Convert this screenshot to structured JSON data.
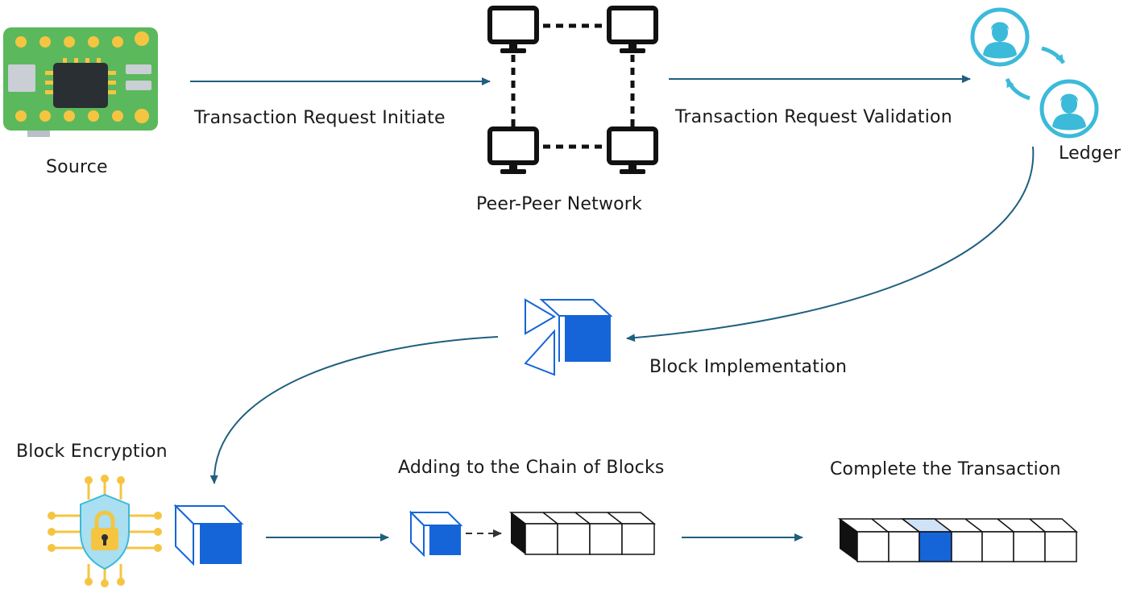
{
  "labels": {
    "source": "Source",
    "initiate": "Transaction Request Initiate",
    "network": "Peer-Peer Network",
    "validation": "Transaction Request Validation",
    "ledger": "Ledger",
    "implementation": "Block Implementation",
    "encryption": "Block Encryption",
    "adding": "Adding to the Chain of Blocks",
    "complete": "Complete the Transaction"
  },
  "colors": {
    "arrow": "#1f5f7f",
    "block_blue": "#1565d8",
    "board_green": "#5cb85c",
    "ledger_cyan": "#3cbad9",
    "pad_yellow": "#f5c542"
  },
  "icons": {
    "source": "circuit-board-icon",
    "network": "computer-network-icon",
    "ledger": "user-exchange-icon",
    "implementation": "block-build-icon",
    "encryption": "shield-lock-icon"
  }
}
